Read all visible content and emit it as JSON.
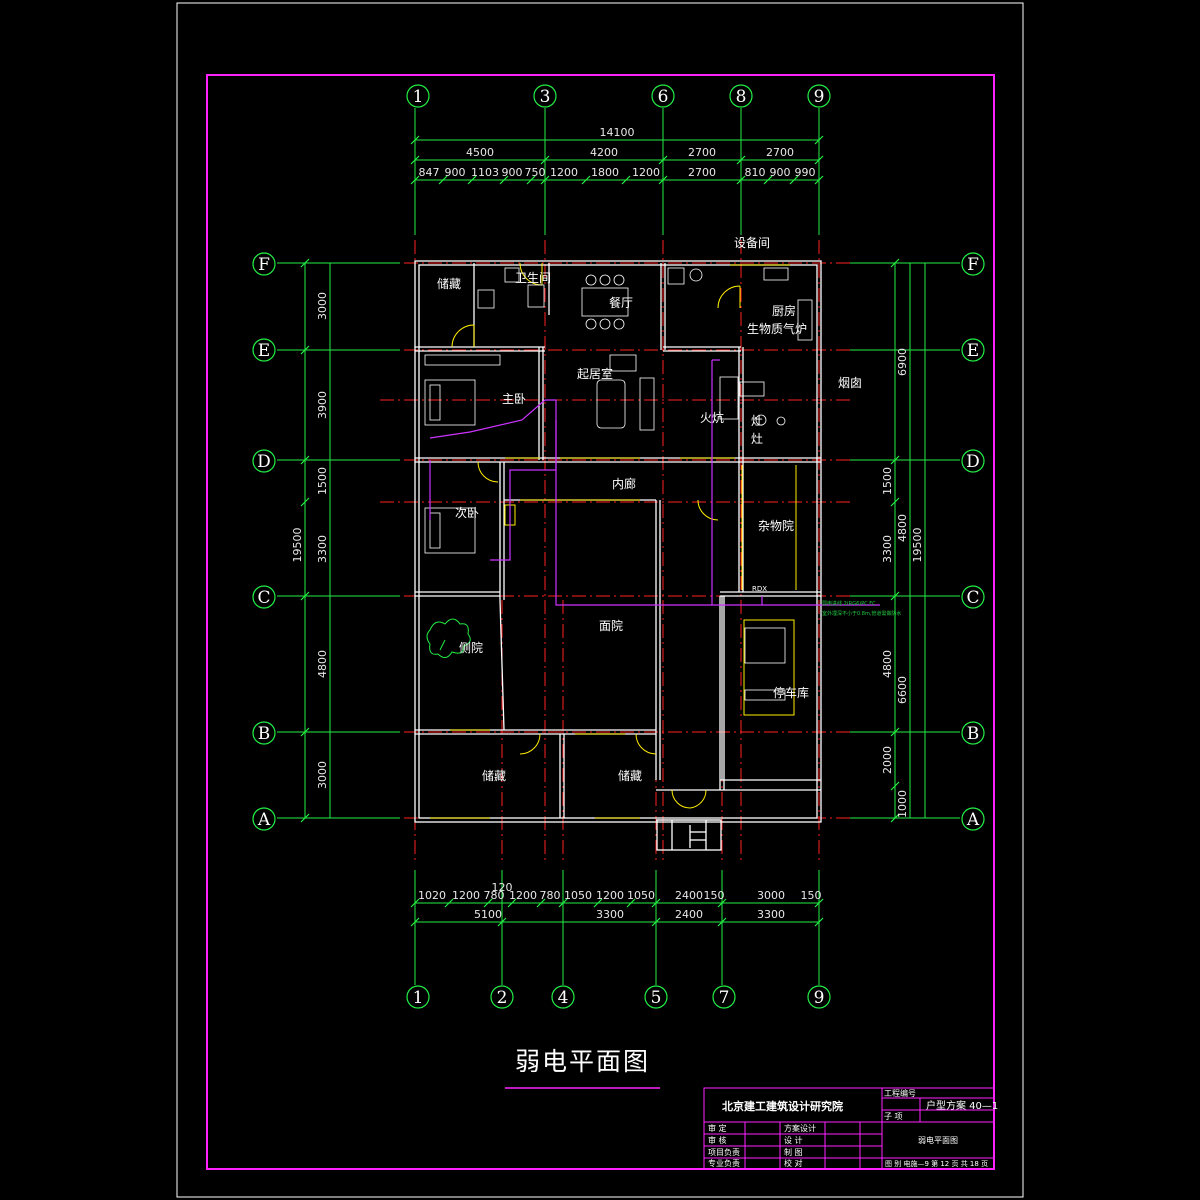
{
  "drawing_title": "弱电平面图",
  "grid": {
    "top_columns": [
      "1",
      "3",
      "6",
      "8",
      "9"
    ],
    "bottom_columns": [
      "1",
      "2",
      "4",
      "5",
      "7",
      "9"
    ],
    "rows": [
      "F",
      "E",
      "D",
      "C",
      "B",
      "A"
    ]
  },
  "dims_top": {
    "overall": "14100",
    "tier2": [
      "4500",
      "4200",
      "2700",
      "2700"
    ],
    "tier3": [
      "847",
      "900",
      "1103",
      "900",
      "750",
      "1200",
      "1800",
      "1200",
      "2700",
      "810",
      "900",
      "990"
    ]
  },
  "dims_bottom": {
    "tier1": [
      "1020",
      "1200",
      "780",
      "1200",
      "780",
      "1050",
      "1200",
      "1050",
      "2400",
      "150",
      "3000",
      "150"
    ],
    "extra": "120",
    "tier2": [
      "5100",
      "3300",
      "2400",
      "3300"
    ]
  },
  "dims_left": {
    "segments": [
      "3000",
      "3900",
      "1500",
      "3300",
      "4800",
      "3000"
    ],
    "overall": "19500"
  },
  "dims_right": {
    "inner": [
      "6900",
      "1500",
      "3300",
      "4800",
      "2000",
      "1000"
    ],
    "middle": [
      "4800",
      "6600"
    ],
    "overall": "19500"
  },
  "rooms": {
    "storage_nw": "储藏",
    "bathroom": "卫生间",
    "dining": "餐厅",
    "equipment": "设备间",
    "kitchen": "厨房",
    "biogas": "生物质气炉",
    "living": "起居室",
    "master_bed": "主卧",
    "kang": "火炕",
    "chimney": "烟囱",
    "stove1": "灶",
    "stove2": "灶",
    "corridor": "内廊",
    "second_bed": "次卧",
    "utility_yard": "杂物院",
    "courtyard": "面院",
    "side_yard": "侧院",
    "garage": "停车库",
    "storage_s1": "储藏",
    "storage_s2": "储藏"
  },
  "equipment_labels": {
    "distribution_box": "RDX",
    "note_line1": "弱电进线 2(RG6)PC FC",
    "note_line2": "室外埋深不小于0.8m,管道需做防水"
  },
  "title_block": {
    "institute": "北京建工建筑设计研究院",
    "project_no_label": "工程编号",
    "subproject_label": "子 项",
    "scheme": "户型方案 40—1",
    "rows": [
      {
        "label": "审 定",
        "col2": "方案设计"
      },
      {
        "label": "审 核",
        "col2": "设 计"
      },
      {
        "label": "项目负责",
        "col2": "制 图"
      },
      {
        "label": "专业负责",
        "col2": "校 对"
      }
    ],
    "sheet_name": "弱电平面图",
    "footer": "图 别  电施—9   第 12 页  共 18 页"
  },
  "colors": {
    "frame": "#ff22ff",
    "grid_axis": "#ff2222",
    "dimension": "#22ee44",
    "wall": "#ffffff",
    "door": "#ffee00",
    "wiring": "#cc33ff"
  }
}
